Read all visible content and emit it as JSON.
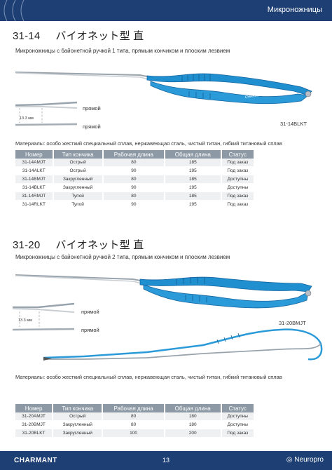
{
  "header": {
    "section": "Микроножницы"
  },
  "products": [
    {
      "code": "31-14",
      "name_jp": "バイオネット型 直",
      "description": "Микроножницы с байонетной ручкой 1 типа, прямым кончиком и плоским лезвием",
      "detail_labels": [
        "прямой",
        "прямой"
      ],
      "dimension": "13.3 мм",
      "image_code": "31-14BLKT",
      "materials": "Материалы: особо жесткий специальный сплав, нержавеющая сталь, чистый титан, гибкий титановый сплав",
      "columns": [
        "Номер",
        "Тип кончика",
        "Рабочая длина",
        "Общая длина",
        "Статус"
      ],
      "rows": [
        [
          "31-14AMJT",
          "Острый",
          "80",
          "185",
          "Под заказ"
        ],
        [
          "31-14ALKT",
          "Острый",
          "90",
          "195",
          "Под заказ"
        ],
        [
          "31-14BMJT",
          "Закругленный",
          "80",
          "185",
          "Доступны"
        ],
        [
          "31-14BLKT",
          "Закругленный",
          "90",
          "195",
          "Доступны"
        ],
        [
          "31-14RMJT",
          "Тупой",
          "80",
          "185",
          "Под заказ"
        ],
        [
          "31-14RLKT",
          "Тупой",
          "90",
          "195",
          "Под заказ"
        ]
      ]
    },
    {
      "code": "31-20",
      "name_jp": "バイオネット型 直",
      "description": "Микроножницы с байонетной ручкой 2 типа, прямым кончиком и плоским лезвием",
      "detail_labels": [
        "прямой",
        "прямой"
      ],
      "dimension": "13.3 мм",
      "image_code": "31-20BMJT",
      "materials": "Материалы: особо жесткий специальный сплав, нержавеющая сталь, чистый титан, гибкий титановый сплав",
      "columns": [
        "Номер",
        "Тип кончика",
        "Рабочая длина",
        "Общая длина",
        "Статус"
      ],
      "rows": [
        [
          "31-20AMJT",
          "Острый",
          "80",
          "180",
          "Доступны"
        ],
        [
          "31-20BMJT",
          "Закругленный",
          "80",
          "180",
          "Доступны"
        ],
        [
          "31-20BLKT",
          "Закругленный",
          "100",
          "200",
          "Под заказ"
        ]
      ]
    }
  ],
  "footer": {
    "brand": "CHARMANT",
    "page": "13",
    "logo": "Neuropro"
  },
  "instrument_brand": "CHARMANT",
  "colors": {
    "header_bg": "#1d3f73",
    "table_header": "#8d9aa5",
    "handle_blue": "#1f8fd0"
  }
}
